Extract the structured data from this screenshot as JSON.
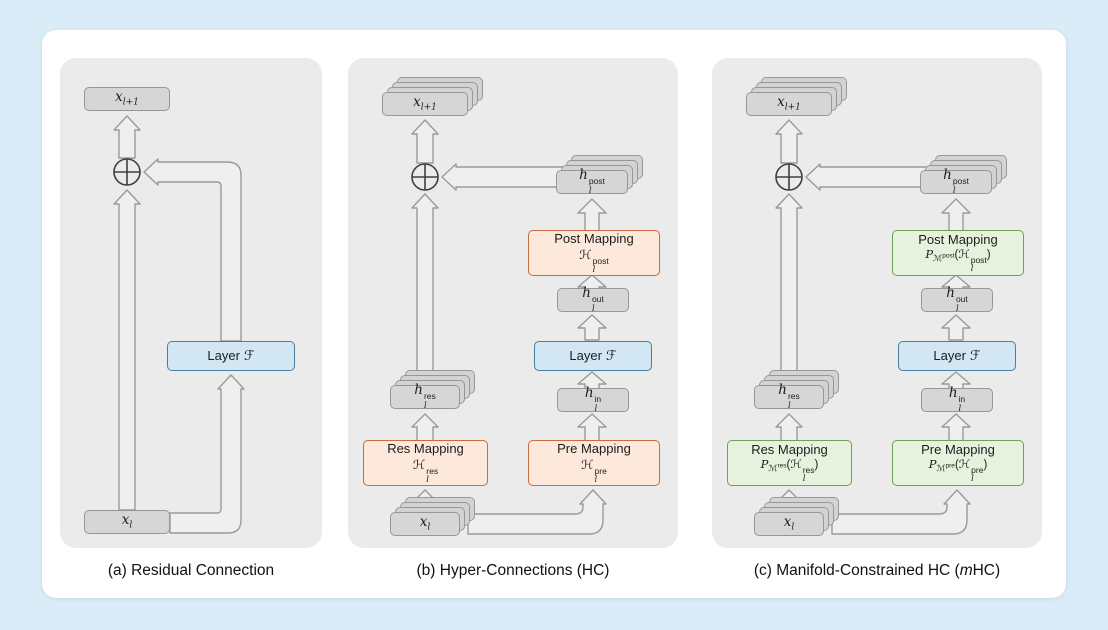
{
  "captions": {
    "a": "(a) Residual Connection",
    "b": "(b) Hyper-Connections (HC)",
    "c_prefix": "(c) Manifold-Constrained HC (",
    "c_emph": "m",
    "c_suffix": "HC)"
  },
  "labels": {
    "x_next": {
      "base": "x",
      "sub": "l+1"
    },
    "x": {
      "base": "x",
      "sub": "l"
    },
    "h_res": {
      "base": "h",
      "sub": "l",
      "sup": "res"
    },
    "h_post": {
      "base": "h",
      "sub": "l",
      "sup": "post"
    },
    "h_out": {
      "base": "h",
      "sub": "l",
      "sup": "out"
    },
    "h_in": {
      "base": "h",
      "sub": "l",
      "sup": "in"
    },
    "layer": {
      "text": "Layer",
      "f": "ℱ"
    }
  },
  "hc": {
    "res": {
      "title": "Res Mapping",
      "h": "ℋ",
      "sub": "l",
      "sup": "res"
    },
    "pre": {
      "title": "Pre Mapping",
      "h": "ℋ",
      "sub": "l",
      "sup": "pre"
    },
    "post": {
      "title": "Post Mapping",
      "h": "ℋ",
      "sub": "l",
      "sup": "post"
    }
  },
  "mhc": {
    "res": {
      "title": "Res Mapping",
      "p": "P",
      "m": "ℳ",
      "msup": "res",
      "open": "(",
      "h": "ℋ",
      "sub": "l",
      "sup": "res",
      "close": ")"
    },
    "pre": {
      "title": "Pre Mapping",
      "p": "P",
      "m": "ℳ",
      "msup": "pre",
      "open": "(",
      "h": "ℋ",
      "sub": "l",
      "sup": "pre",
      "close": ")"
    },
    "post": {
      "title": "Post Mapping",
      "p": "P",
      "m": "ℳ",
      "msup": "post",
      "open": "(",
      "h": "ℋ",
      "sub": "l",
      "sup": "post",
      "close": ")"
    }
  },
  "colors": {
    "background": "#d9ecf7",
    "panel": "#ebebeb",
    "gray_box": "#d6d6d6",
    "blue_box": "#d2e7f3",
    "orange_box": "#fce9db",
    "green_box": "#e6f2dd"
  }
}
